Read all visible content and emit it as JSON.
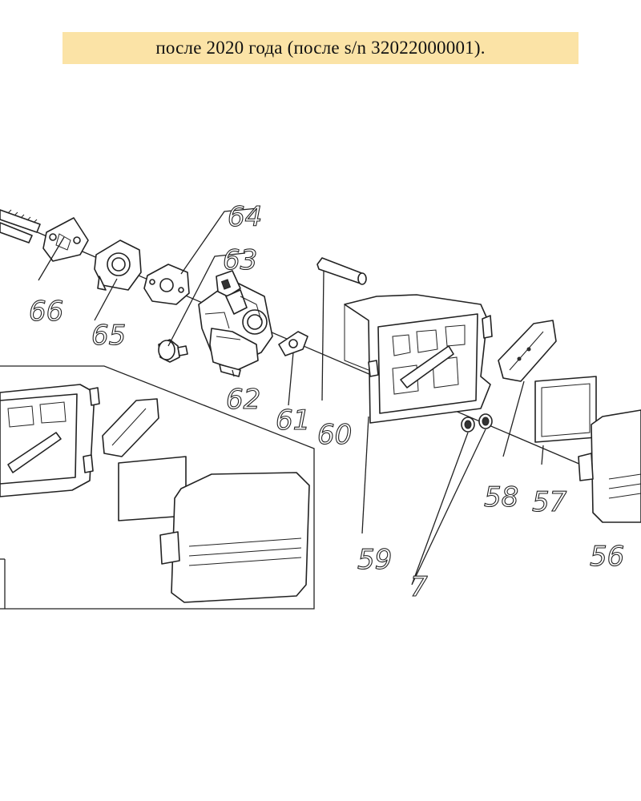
{
  "header": {
    "note": "после 2020 года (после s/n 32022000001)."
  },
  "callouts": {
    "p66": "66",
    "p65": "65",
    "p64": "64",
    "p63": "63",
    "p62": "62",
    "p61": "61",
    "p60": "60",
    "p59": "59",
    "p7": "7",
    "p58": "58",
    "p57": "57",
    "p56": "56"
  },
  "colors": {
    "banner": "#fbe3a6",
    "line": "#222222"
  }
}
